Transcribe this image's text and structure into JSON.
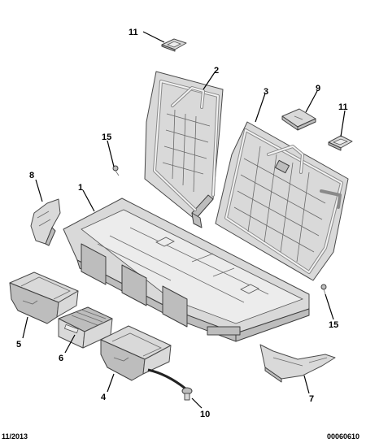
{
  "callouts": {
    "c1": "1",
    "c2": "2",
    "c3": "3",
    "c4": "4",
    "c5": "5",
    "c6": "6",
    "c7": "7",
    "c8": "8",
    "c9": "9",
    "c10": "10",
    "c11_top": "11",
    "c11_right": "11",
    "c15_left": "15",
    "c15_right": "15"
  },
  "footer": {
    "date": "11/2013",
    "reference": "00060610"
  }
}
